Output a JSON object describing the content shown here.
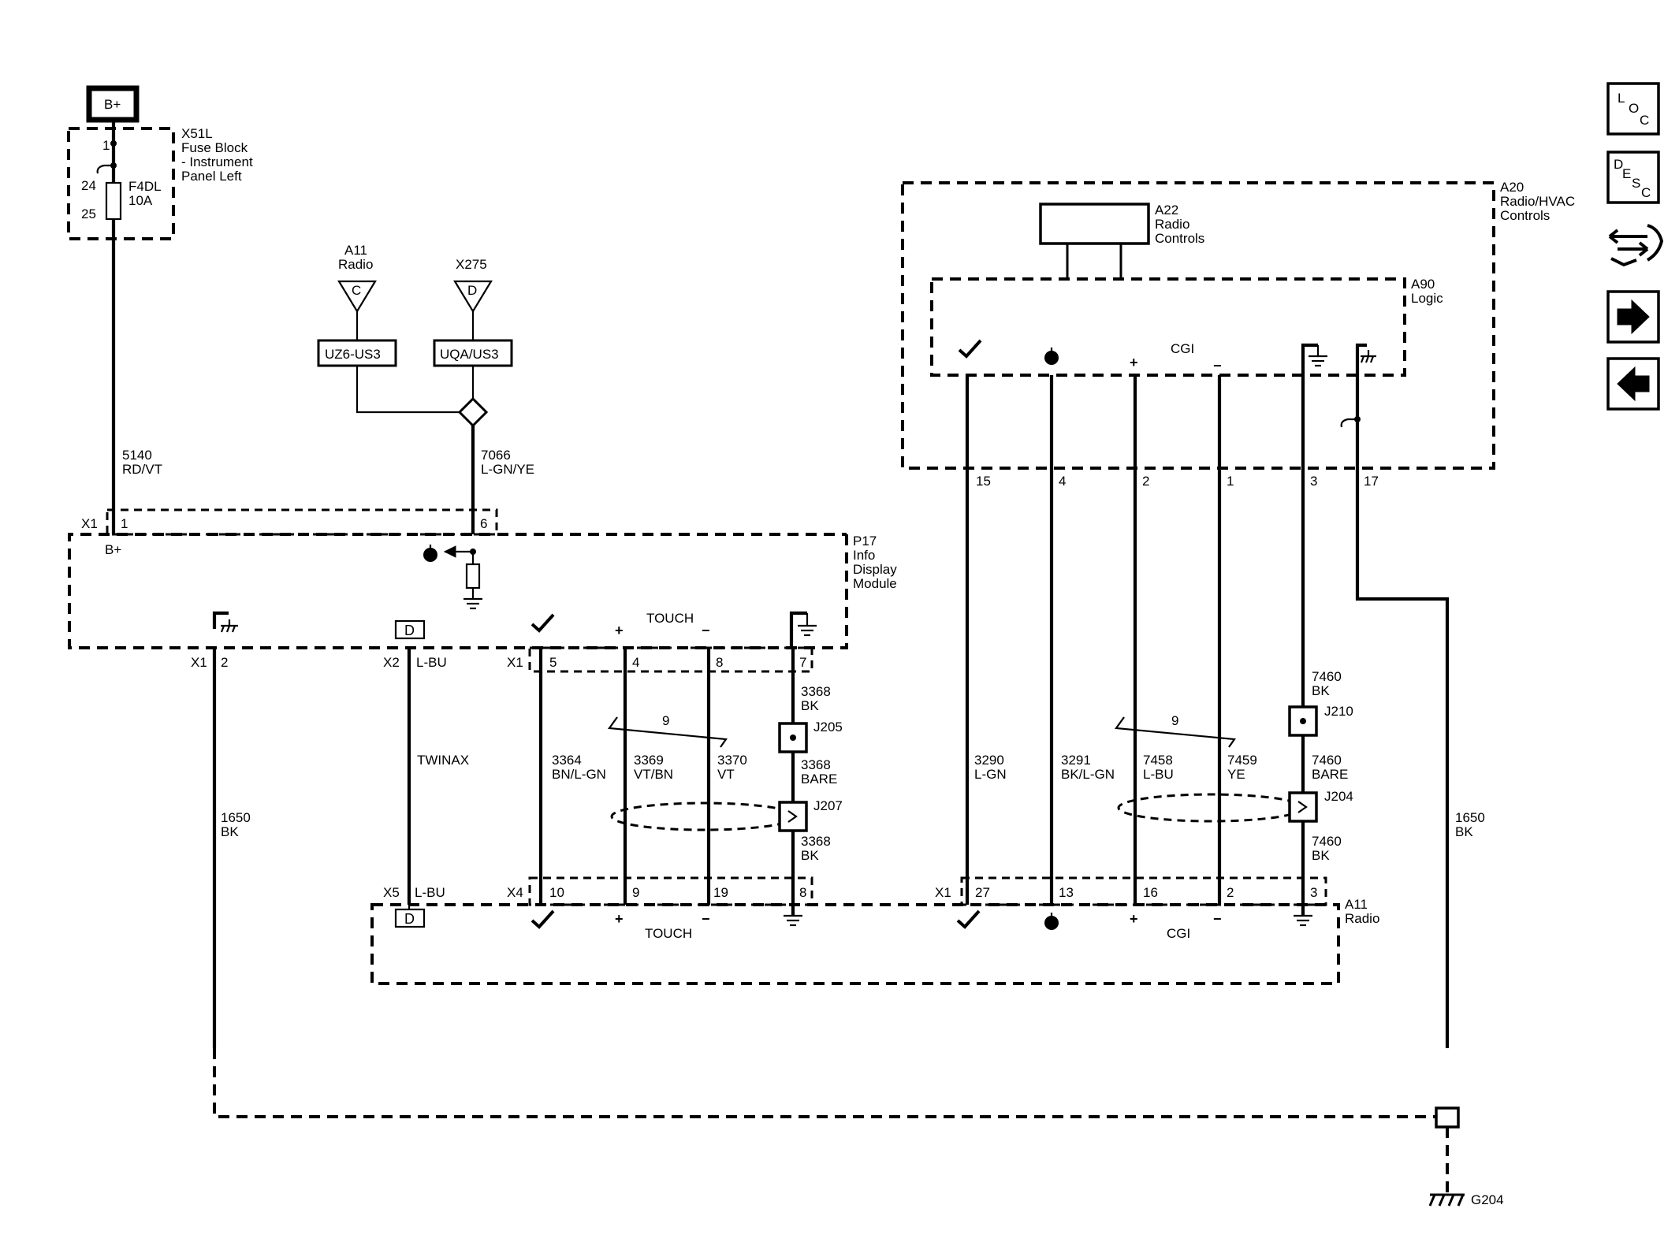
{
  "power": {
    "bplus": "B+"
  },
  "fuse_block": {
    "label_lines": [
      "X51L",
      "Fuse Block",
      "- Instrument",
      "Panel Left"
    ],
    "pins": [
      "1",
      "24",
      "25"
    ],
    "fuse_name": "F4DL",
    "fuse_rating": "10A"
  },
  "antenna_radio": {
    "ref": "A11",
    "name": "Radio",
    "letter": "C",
    "option": "UZ6-US3"
  },
  "antenna_x275": {
    "ref": "X275",
    "letter": "D",
    "option": "UQA/US3"
  },
  "wire_5140": {
    "num": "5140",
    "color": "RD/VT"
  },
  "wire_7066": {
    "num": "7066",
    "color": "L-GN/YE"
  },
  "p17": {
    "label_lines": [
      "P17",
      "Info",
      "Display",
      "Module"
    ],
    "x1_top": "X1",
    "pin_bplus": "1",
    "pin_6": "6",
    "bplus": "B+",
    "touch": "TOUCH",
    "x1_bot": "X1",
    "pin_2": "2",
    "x2": "X2",
    "x2_color": "L-BU",
    "x1_touch": "X1",
    "pins_touch": [
      "5",
      "4",
      "8",
      "7"
    ]
  },
  "touch_wires": {
    "twist": "9",
    "w3364": {
      "num": "3364",
      "color": "BN/L-GN"
    },
    "w3369": {
      "num": "3369",
      "color": "VT/BN"
    },
    "w3370": {
      "num": "3370",
      "color": "VT"
    },
    "w3368a": {
      "num": "3368",
      "color": "BK"
    },
    "w3368b": {
      "num": "3368",
      "color": "BARE"
    },
    "w3368c": {
      "num": "3368",
      "color": "BK"
    },
    "j205": "J205",
    "j207": "J207",
    "twinax": "TWINAX"
  },
  "w1650_left": {
    "num": "1650",
    "color": "BK"
  },
  "w1650_right": {
    "num": "1650",
    "color": "BK"
  },
  "a20": {
    "label_lines": [
      "A20",
      "Radio/HVAC",
      "Controls"
    ],
    "a22_lines": [
      "A22",
      "Radio",
      "Controls"
    ],
    "a90_lines": [
      "A90",
      "Logic"
    ],
    "cgi": "CGI",
    "pins": [
      "15",
      "4",
      "2",
      "1",
      "3",
      "17"
    ]
  },
  "cgi_wires": {
    "twist": "9",
    "w3290": {
      "num": "3290",
      "color": "L-GN"
    },
    "w3291": {
      "num": "3291",
      "color": "BK/L-GN"
    },
    "w7458": {
      "num": "7458",
      "color": "L-BU"
    },
    "w7459": {
      "num": "7459",
      "color": "YE"
    },
    "w7460a": {
      "num": "7460",
      "color": "BK"
    },
    "w7460b": {
      "num": "7460",
      "color": "BARE"
    },
    "w7460c": {
      "num": "7460",
      "color": "BK"
    },
    "j210": "J210",
    "j204": "J204"
  },
  "a11_radio": {
    "label_lines": [
      "A11",
      "Radio"
    ],
    "x5": "X5",
    "x5_color": "L-BU",
    "x4": "X4",
    "x4_pins": [
      "10",
      "9",
      "19",
      "8"
    ],
    "x1": "X1",
    "x1_pins": [
      "27",
      "13",
      "16",
      "2",
      "3"
    ],
    "touch": "TOUCH",
    "cgi": "CGI"
  },
  "ground": {
    "name": "G204"
  },
  "nav": {
    "loc": [
      "L",
      "O",
      "C"
    ],
    "desc": [
      "D",
      "E",
      "S",
      "C"
    ],
    "icons": [
      "connector-icon",
      "right-arrow-icon",
      "left-arrow-icon"
    ]
  }
}
